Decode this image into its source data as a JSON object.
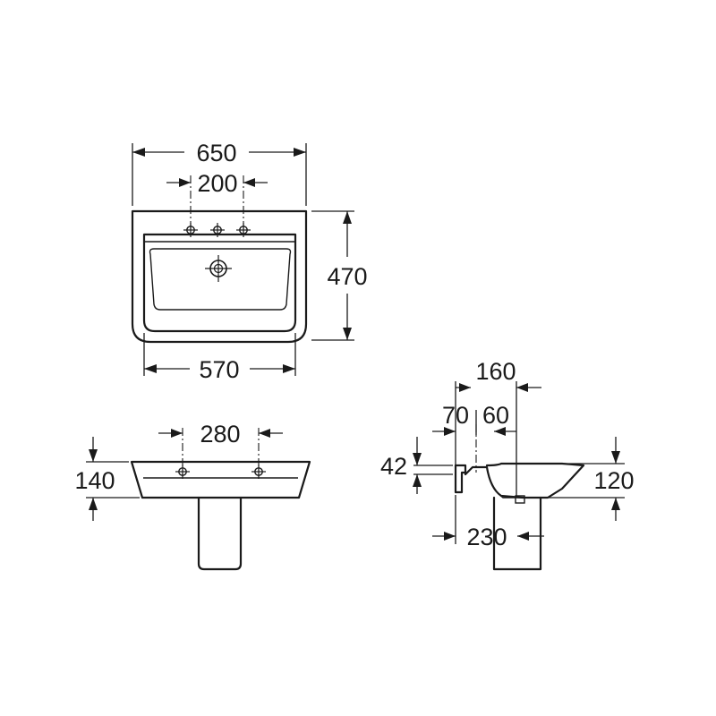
{
  "top_view": {
    "width_overall": "650",
    "tap_spacing": "200",
    "depth": "470",
    "width_inner": "570"
  },
  "front_view": {
    "tap_spacing": "280",
    "height": "140"
  },
  "side_view": {
    "offset_total": "160",
    "offset_left": "70",
    "offset_right": "60",
    "rim_height": "42",
    "bowl_height": "120",
    "pedestal_offset": "230"
  }
}
